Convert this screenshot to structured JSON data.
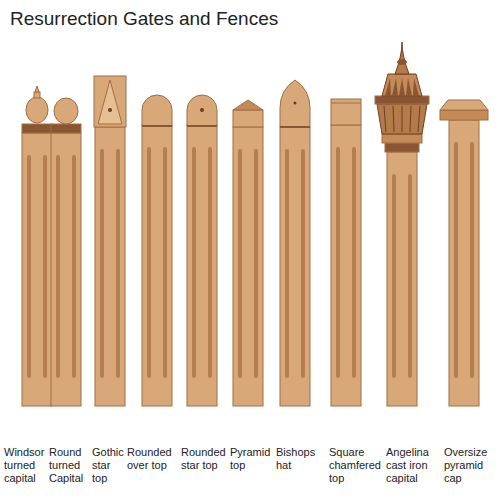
{
  "diagram": {
    "title": "Resurrection Gates and Fences",
    "labels": [
      "Windsor turned capital",
      "Round turned Capital",
      "Gothic star top",
      "Rounded over top",
      "Rounded star top",
      "Pyramid top",
      "Bishops hat",
      "Square chamfered top",
      "Angelina cast iron capital",
      "Oversize pyramid cap"
    ]
  }
}
